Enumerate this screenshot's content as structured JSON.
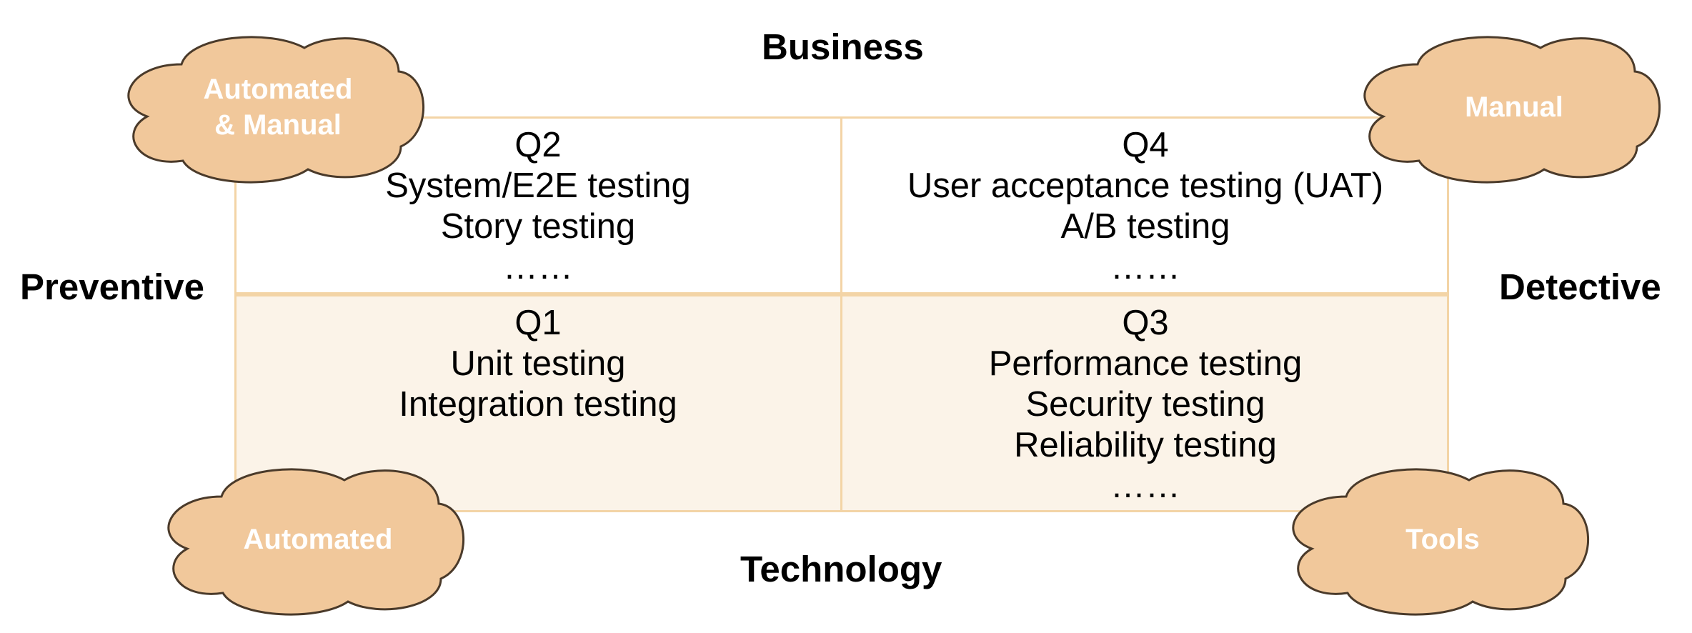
{
  "axes": {
    "top": "Business",
    "bottom": "Technology",
    "left": "Preventive",
    "right": "Detective"
  },
  "quadrants": {
    "q2": {
      "lines": [
        "Q2",
        "System/E2E testing",
        "Story testing",
        "……"
      ]
    },
    "q4": {
      "lines": [
        "Q4",
        "User acceptance testing (UAT)",
        "A/B testing",
        "……"
      ]
    },
    "q1": {
      "lines": [
        "Q1",
        "Unit testing",
        "Integration testing"
      ]
    },
    "q3": {
      "lines": [
        "Q3",
        "Performance testing",
        "Security testing",
        "Reliability testing",
        "……"
      ]
    }
  },
  "clouds": {
    "top_left": "Automated\n& Manual",
    "top_right": "Manual",
    "bottom_left": "Automated",
    "bottom_right": "Tools"
  },
  "colors": {
    "cloud_fill": "#f1c89b",
    "cloud_stroke": "#4a3a2a",
    "grid_line": "#f3d4a6",
    "bottom_fill": "#fbf3e8"
  }
}
